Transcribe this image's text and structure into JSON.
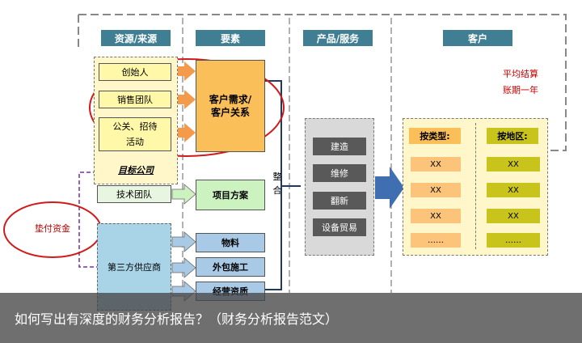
{
  "columns": {
    "resources": "资源/来源",
    "elements": "要素",
    "products": "产品/服务",
    "customers": "客户"
  },
  "resources": {
    "items": [
      "创始人",
      "销售团队",
      "公关、招待\n活动",
      "技术团队"
    ],
    "target_company": "目标公司",
    "advance_funds": "垫付资金",
    "third_party": "第三方供应商"
  },
  "elements": {
    "customer_needs": "客户需求/\n客户关系",
    "project_plan": "项目方案",
    "materials": "物料",
    "outsourcing": "外包施工",
    "operations": "经营资质"
  },
  "integrate": "整\n合",
  "services": [
    "建造",
    "维修",
    "翻新",
    "设备贸易"
  ],
  "customers": {
    "settlement": "平均结算\n账期一年",
    "by_type": "按类型:",
    "by_region": "按地区:",
    "type_cells": [
      "XX",
      "XX",
      "XX",
      "……"
    ],
    "region_cells": [
      "XX",
      "XX",
      "XX",
      "……"
    ]
  },
  "caption": "如何写出有深度的财务分析报告？（财务分析报告范文）",
  "colors": {
    "header": "#3f7e93",
    "arrow_orange": "#f39a4b",
    "arrow_blue": "#3f6fb0",
    "red_circle": "#d11a1a"
  }
}
